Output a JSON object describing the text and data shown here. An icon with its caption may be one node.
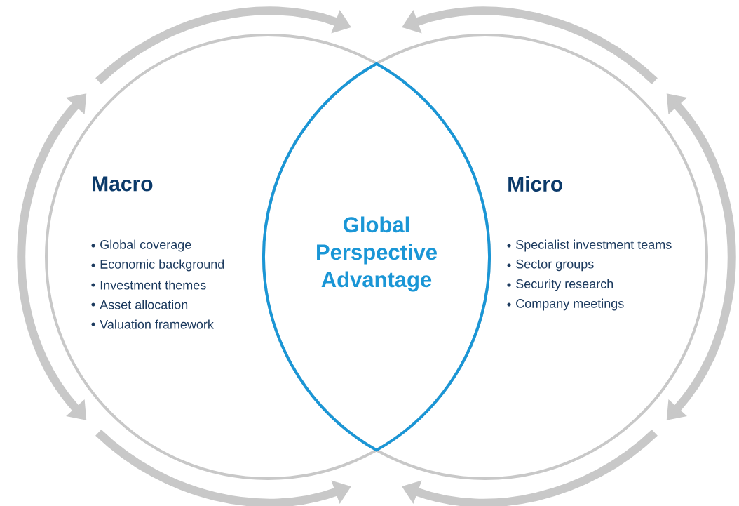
{
  "diagram": {
    "nodes": [
      {
        "text": [
          "Macro",
          "Global coverage",
          "Economic background",
          "Investment themes",
          "Asset allocation",
          "Valuation framework"
        ]
      },
      {
        "text": [
          "Micro",
          "Specialist investment teams",
          "Sector groups",
          "Security research",
          "Company meetings"
        ]
      },
      {
        "text": [
          "Global Perspective Advantage"
        ]
      }
    ]
  }
}
